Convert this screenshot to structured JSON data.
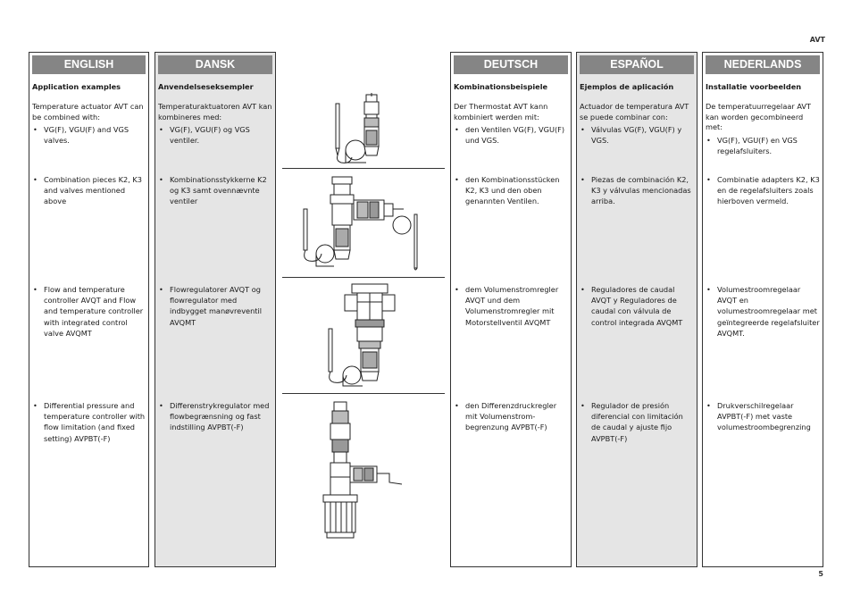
{
  "header_tag": "AVT",
  "page_number": "5",
  "columns": [
    {
      "title": "ENGLISH",
      "subtitle": "Application examples",
      "intro": "Temperature actuator AVT can be combined with:",
      "row1": "VG(F), VGU(F) and VGS valves.",
      "row2": "Combination pieces K2, K3 and valves mentioned above",
      "row3": "Flow and temperature controller AVQT and Flow and temperature controller with integrated control valve AVQMT",
      "row4": "Differential pressure and temperature controller with flow limitation (and fixed setting) AVPBT(-F)"
    },
    {
      "title": "DANSK",
      "subtitle": "Anvendelseseksempler",
      "intro": "Temperaturaktuatoren AVT kan kombineres med:",
      "row1": "VG(F), VGU(F) og VGS ventiler.",
      "row2": "Kombinationsstykkerne K2 og K3 samt ovennævnte ventiler",
      "row3": "Flowregulatorer AVQT og flowregulator med indbygget manøvreventil AVQMT",
      "row4": "Differenstrykregulator med flowbegrænsning og fast indstilling AVPBT(-F)"
    },
    {
      "title": "DEUTSCH",
      "subtitle": "Kombinationsbeispiele",
      "intro": "Der Thermostat AVT kann kombiniert werden mit:",
      "row1": "den Ventilen VG(F), VGU(F) und VGS.",
      "row2": "den Kombinationsstücken K2, K3 und den oben genannten Ventilen.",
      "row3": "dem Volumenstromregler AVQT und dem Volumenstromregler mit Motorstellventil AVQMT",
      "row4": "den Differenzdruckregler mit Volumenstrom-begrenzung  AVPBT(-F)"
    },
    {
      "title": "ESPAÑOL",
      "subtitle": "Ejemplos de aplicación",
      "intro": "Actuador de temperatura AVT se puede combinar con:",
      "row1": "Válvulas VG(F), VGU(F) y VGS.",
      "row2": "Piezas de combinación K2, K3  y válvulas mencionadas arriba.",
      "row3": "Reguladores de caudal AVQT y Reguladores de caudal con válvula de control integrada AVQMT",
      "row4": "Regulador de presión diferencial con limitación de caudal y ajuste fijo AVPBT(-F)"
    },
    {
      "title": "NEDERLANDS",
      "subtitle": "Installatie voorbeelden",
      "intro": "De temperatuurregelaar AVT kan worden gecombineerd met:",
      "row1": "VG(F), VGU(F) en VGS regelafsluiters.",
      "row2": "Combinatie adapters K2, K3 en de regelafsluiters zoals hierboven vermeld.",
      "row3": "Volumestroomregelaar AVQT en volumestroomregelaar met geïntegreerde regelafsluiter AVQMT.",
      "row4": "Drukverschilregelaar AVPBT(-F) met vaste volumestroombegrenzing"
    }
  ]
}
